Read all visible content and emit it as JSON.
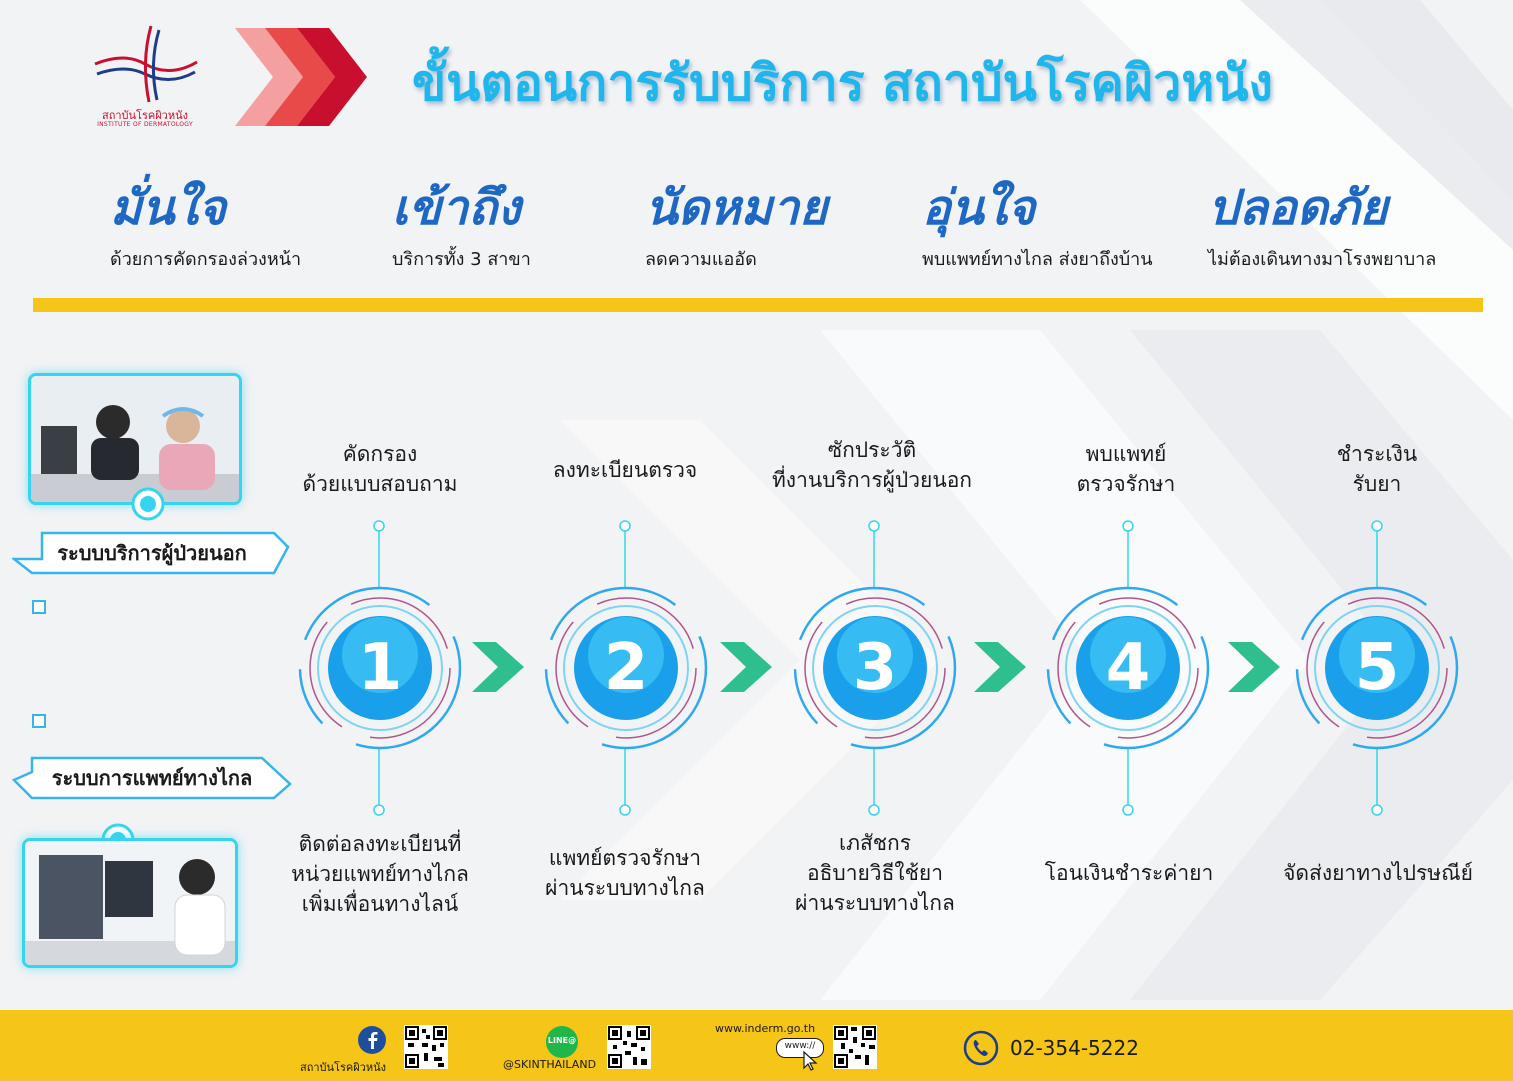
{
  "header": {
    "logo_name_th": "สถาบันโรคผิวหนัง",
    "logo_name_en": "INSTITUTE OF DERMATOLOGY",
    "title": "ขั้นตอนการรับบริการ สถาบันโรคผิวหนัง"
  },
  "values": [
    {
      "head": "มั่นใจ",
      "sub": "ด้วยการคัดกรองล่วงหน้า"
    },
    {
      "head": "เข้าถึง",
      "sub": "บริการทั้ง 3 สาขา"
    },
    {
      "head": "นัดหมาย",
      "sub": "ลดความแออัด"
    },
    {
      "head": "อุ่นใจ",
      "sub": "พบแพทย์ทางไกล ส่งยาถึงบ้าน"
    },
    {
      "head": "ปลอดภัย",
      "sub": "ไม่ต้องเดินทางมาโรงพยาบาล"
    }
  ],
  "systems": {
    "outpatient": "ระบบบริการผู้ป่วยนอก",
    "telemedicine": "ระบบการแพทย์ทางไกล"
  },
  "steps": [
    {
      "number": "1",
      "top": [
        "คัดกรอง",
        "ด้วยแบบสอบถาม"
      ],
      "bottom": [
        "ติดต่อลงทะเบียนที่",
        "หน่วยแพทย์ทางไกล",
        "เพิ่มเพื่อนทางไลน์"
      ]
    },
    {
      "number": "2",
      "top": [
        "ลงทะเบียนตรวจ"
      ],
      "bottom": [
        "แพทย์ตรวจรักษา",
        "ผ่านระบบทางไกล"
      ]
    },
    {
      "number": "3",
      "top": [
        "ซักประวัติ",
        "ที่งานบริการผู้ป่วยนอก"
      ],
      "bottom": [
        "เภสัชกร",
        "อธิบายวิธีใช้ยา",
        "ผ่านระบบทางไกล"
      ]
    },
    {
      "number": "4",
      "top": [
        "พบแพทย์",
        "ตรวจรักษา"
      ],
      "bottom": [
        "โอนเงินชำระค่ายา"
      ]
    },
    {
      "number": "5",
      "top": [
        "ชำระเงิน",
        "รับยา"
      ],
      "bottom": [
        "จัดส่งยาทางไปรษณีย์"
      ]
    }
  ],
  "footer": {
    "facebook_label": "สถาบันโรคผิวหนัง",
    "line_badge": "LINE@",
    "line_label": "@SKINTHAILAND",
    "website": "www.inderm.go.th",
    "www_badge": "www://",
    "phone": "02-354-5222"
  },
  "colors": {
    "title": "#1fb6ec",
    "value_head": "#1e68c4",
    "accent_yellow": "#f5c518",
    "circle_blue": "#1aa0ea",
    "arrow_green": "#2fbf8f",
    "brand_red": "#c8102e"
  },
  "icons": [
    "facebook-icon",
    "line-icon",
    "qr-code-icon",
    "phone-icon",
    "cursor-icon"
  ]
}
